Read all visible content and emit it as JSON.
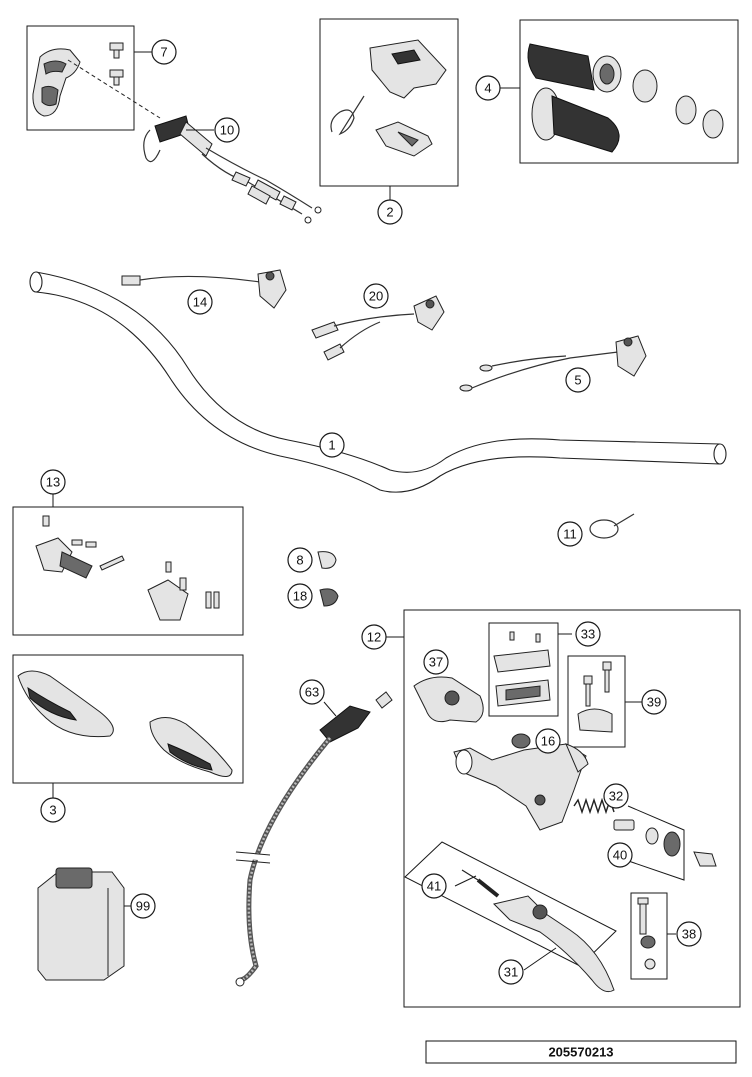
{
  "diagram": {
    "reference_number": "205570213",
    "callouts": {
      "c1": "1",
      "c2": "2",
      "c3": "3",
      "c4": "4",
      "c5": "5",
      "c7": "7",
      "c8": "8",
      "c10": "10",
      "c11": "11",
      "c12": "12",
      "c13": "13",
      "c14": "14",
      "c16": "16",
      "c18": "18",
      "c20": "20",
      "c31": "31",
      "c32": "32",
      "c33": "33",
      "c37": "37",
      "c38": "38",
      "c39": "39",
      "c40": "40",
      "c41": "41",
      "c63": "63",
      "c99": "99"
    }
  }
}
